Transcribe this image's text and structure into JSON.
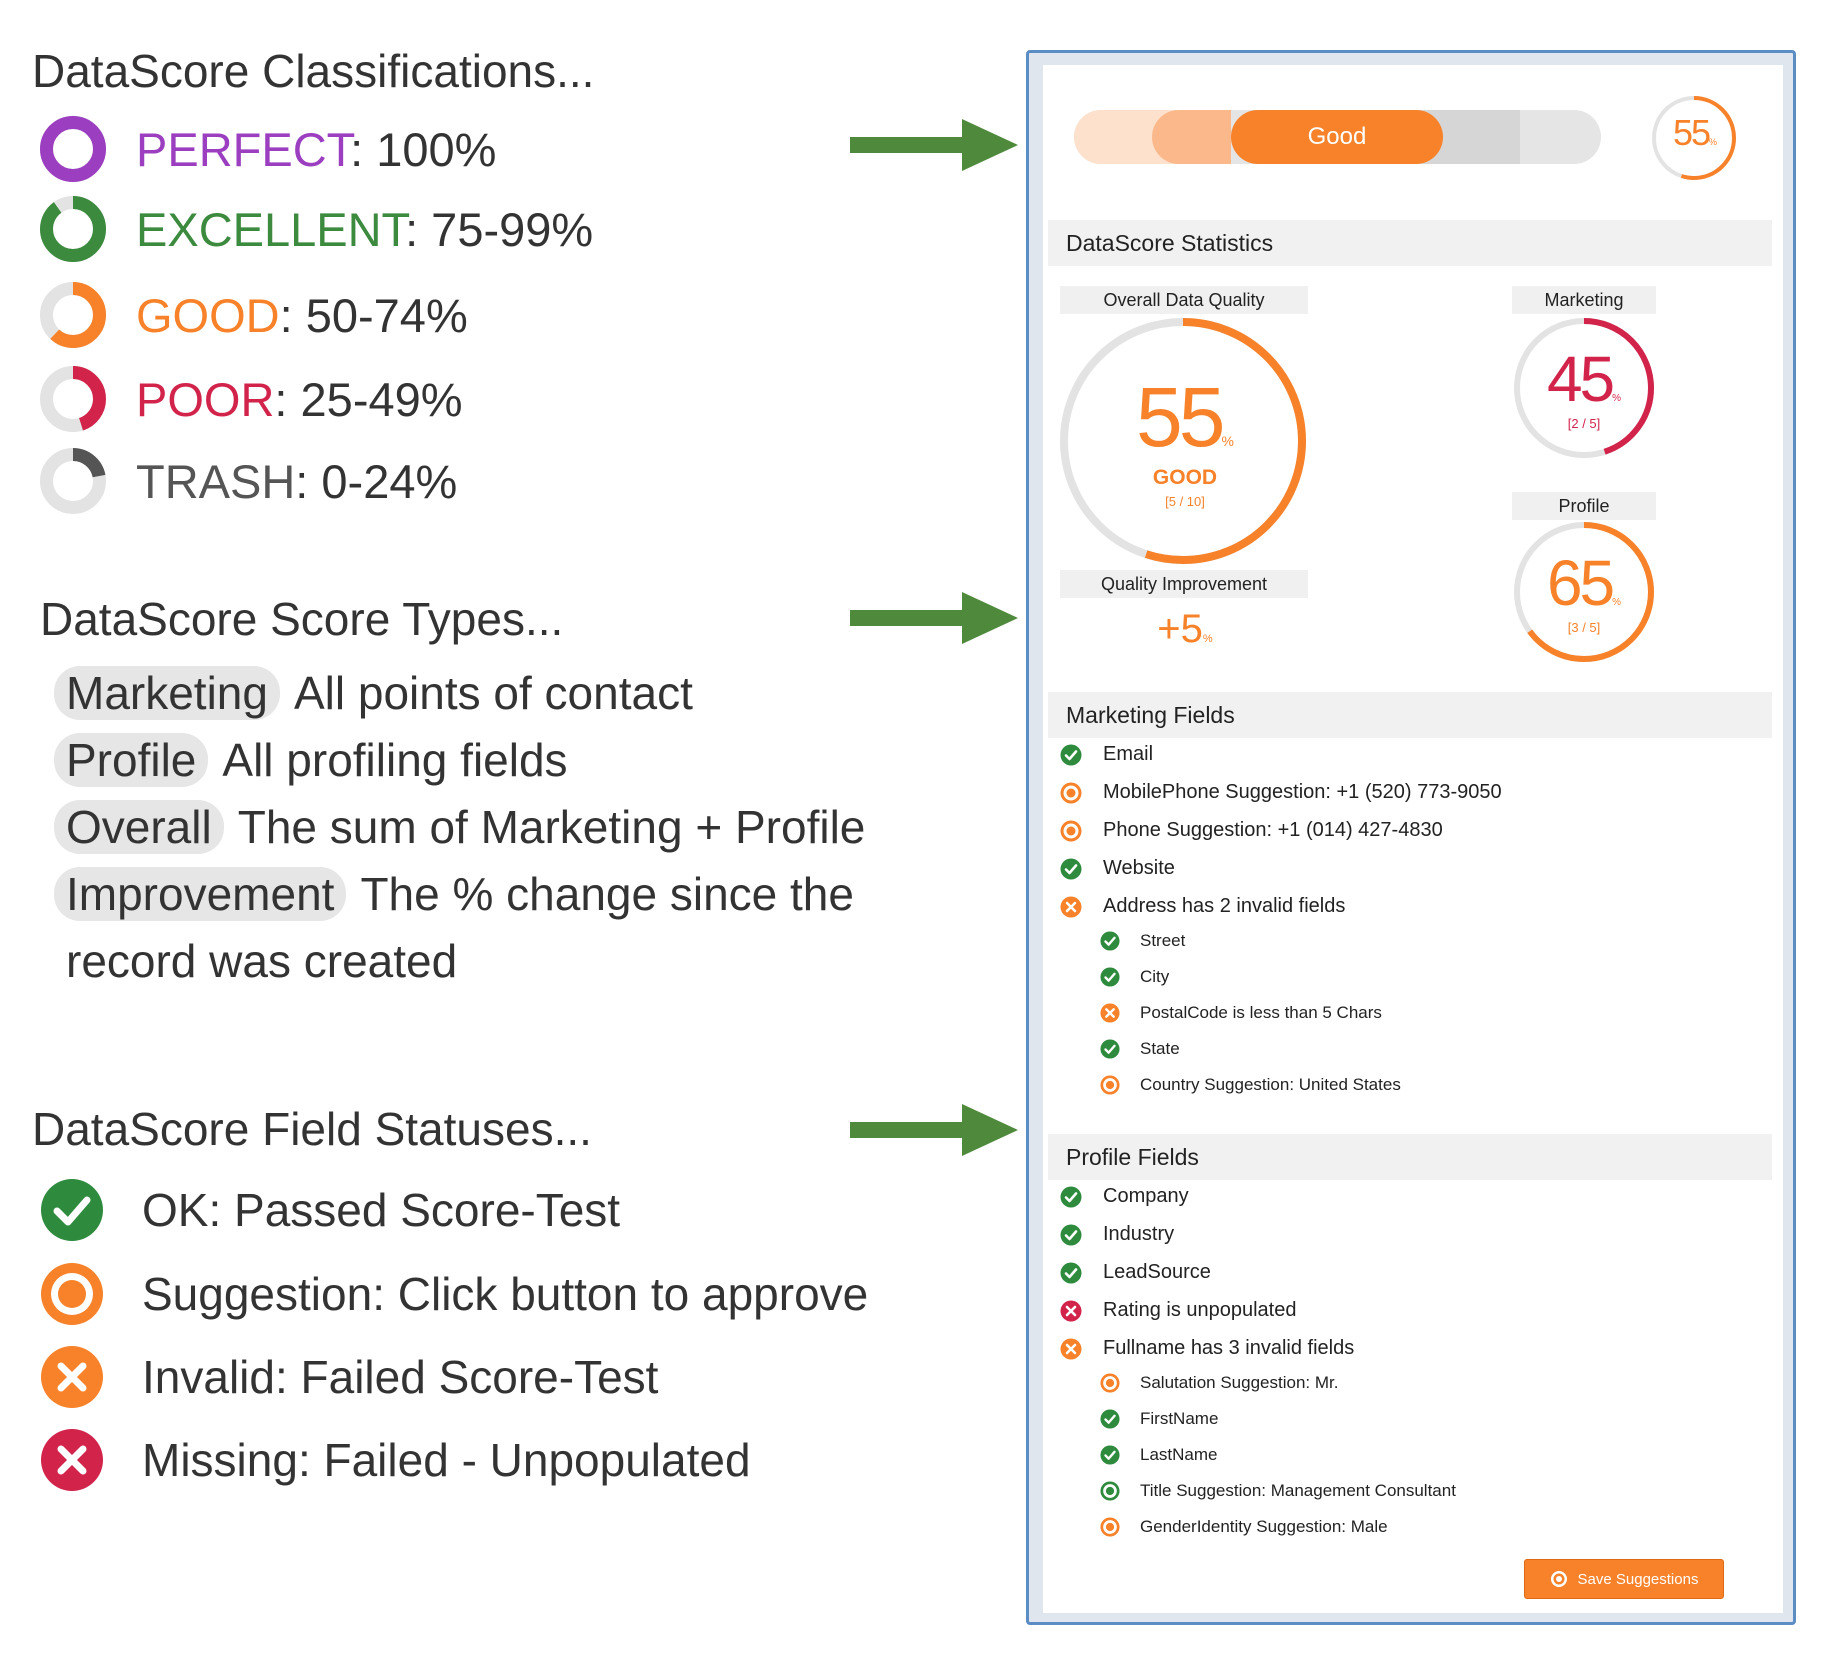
{
  "legend": {
    "classifications": {
      "heading": "DataScore Classifications...",
      "items": [
        {
          "name": "PERFECT",
          "range": ": 100%",
          "color": "#9b3fc0",
          "fill": 1.0
        },
        {
          "name": "EXCELLENT",
          "range": ": 75-99%",
          "color": "#3b8a3e",
          "fill": 0.9
        },
        {
          "name": "GOOD",
          "range": ": 50-74%",
          "color": "#f7822a",
          "fill": 0.62
        },
        {
          "name": "POOR",
          "range": ": 25-49%",
          "color": "#d2234b",
          "fill": 0.45
        },
        {
          "name": "TRASH",
          "range": ": 0-24%",
          "color": "#555555",
          "fill": 0.22
        }
      ]
    },
    "score_types": {
      "heading": "DataScore Score Types...",
      "items": [
        {
          "pill": "Marketing",
          "desc": "All points of contact"
        },
        {
          "pill": "Profile",
          "desc": "All profiling fields"
        },
        {
          "pill": "Overall",
          "desc": "The sum of Marketing + Profile"
        },
        {
          "pill": "Improvement",
          "desc": "The % change since the"
        }
      ],
      "continuation": "record was created"
    },
    "statuses": {
      "heading": "DataScore Field Statuses...",
      "items": [
        {
          "name": "OK",
          "desc": ": Passed Score-Test",
          "icon": "check-circle-icon",
          "color": "#2e8b3e"
        },
        {
          "name": "Suggestion",
          "desc": ": Click button to approve",
          "icon": "target-circle-icon",
          "color": "#f7822a"
        },
        {
          "name": "Invalid",
          "desc": ": Failed Score-Test",
          "icon": "x-circle-icon",
          "color": "#f7822a"
        },
        {
          "name": "Missing",
          "desc": ": Failed - Unpopulated",
          "icon": "x-circle-icon",
          "color": "#d2234b"
        }
      ]
    }
  },
  "panel": {
    "quality_bar": {
      "label": "Good",
      "accent": "#f7822a"
    },
    "mini_score": {
      "value": "55",
      "unit": "%",
      "fraction": 0.55
    },
    "stats": {
      "heading": "DataScore Statistics",
      "overall": {
        "label": "Overall Data Quality",
        "value": "55",
        "unit": "%",
        "grade": "GOOD",
        "ratio": "[5 / 10]",
        "fraction": 0.55,
        "color": "#f7822a"
      },
      "improvement": {
        "label": "Quality Improvement",
        "value": "+5",
        "unit": "%"
      },
      "marketing": {
        "label": "Marketing",
        "value": "45",
        "unit": "%",
        "ratio": "[2 / 5]",
        "fraction": 0.45,
        "color": "#d2234b"
      },
      "profile": {
        "label": "Profile",
        "value": "65",
        "unit": "%",
        "ratio": "[3 / 5]",
        "fraction": 0.65,
        "color": "#f7822a"
      }
    },
    "marketing_fields": {
      "heading": "Marketing Fields",
      "items": [
        {
          "text": "Email",
          "status": "ok",
          "level": 1
        },
        {
          "text": "MobilePhone Suggestion: +1 (520) 773-9050",
          "status": "suggestion",
          "level": 1
        },
        {
          "text": "Phone Suggestion: +1 (014) 427-4830",
          "status": "suggestion",
          "level": 1
        },
        {
          "text": "Website",
          "status": "ok",
          "level": 1
        },
        {
          "text": "Address has 2 invalid fields",
          "status": "invalid",
          "level": 1
        },
        {
          "text": "Street",
          "status": "ok",
          "level": 2
        },
        {
          "text": "City",
          "status": "ok",
          "level": 2
        },
        {
          "text": "PostalCode is less than 5 Chars",
          "status": "invalid",
          "level": 2
        },
        {
          "text": "State",
          "status": "ok",
          "level": 2
        },
        {
          "text": "Country Suggestion: United States",
          "status": "suggestion",
          "level": 2
        }
      ]
    },
    "profile_fields": {
      "heading": "Profile Fields",
      "items": [
        {
          "text": "Company",
          "status": "ok",
          "level": 1
        },
        {
          "text": "Industry",
          "status": "ok",
          "level": 1
        },
        {
          "text": "LeadSource",
          "status": "ok",
          "level": 1
        },
        {
          "text": "Rating is unpopulated",
          "status": "missing",
          "level": 1
        },
        {
          "text": "Fullname has 3 invalid fields",
          "status": "invalid",
          "level": 1
        },
        {
          "text": "Salutation Suggestion: Mr.",
          "status": "suggestion",
          "level": 2
        },
        {
          "text": "FirstName",
          "status": "ok",
          "level": 2
        },
        {
          "text": "LastName",
          "status": "ok",
          "level": 2
        },
        {
          "text": "Title Suggestion: Management Consultant",
          "status": "suggestion-ok",
          "level": 2
        },
        {
          "text": "GenderIdentity Suggestion: Male",
          "status": "suggestion",
          "level": 2
        }
      ]
    },
    "save_button": {
      "label": "Save Suggestions"
    }
  }
}
